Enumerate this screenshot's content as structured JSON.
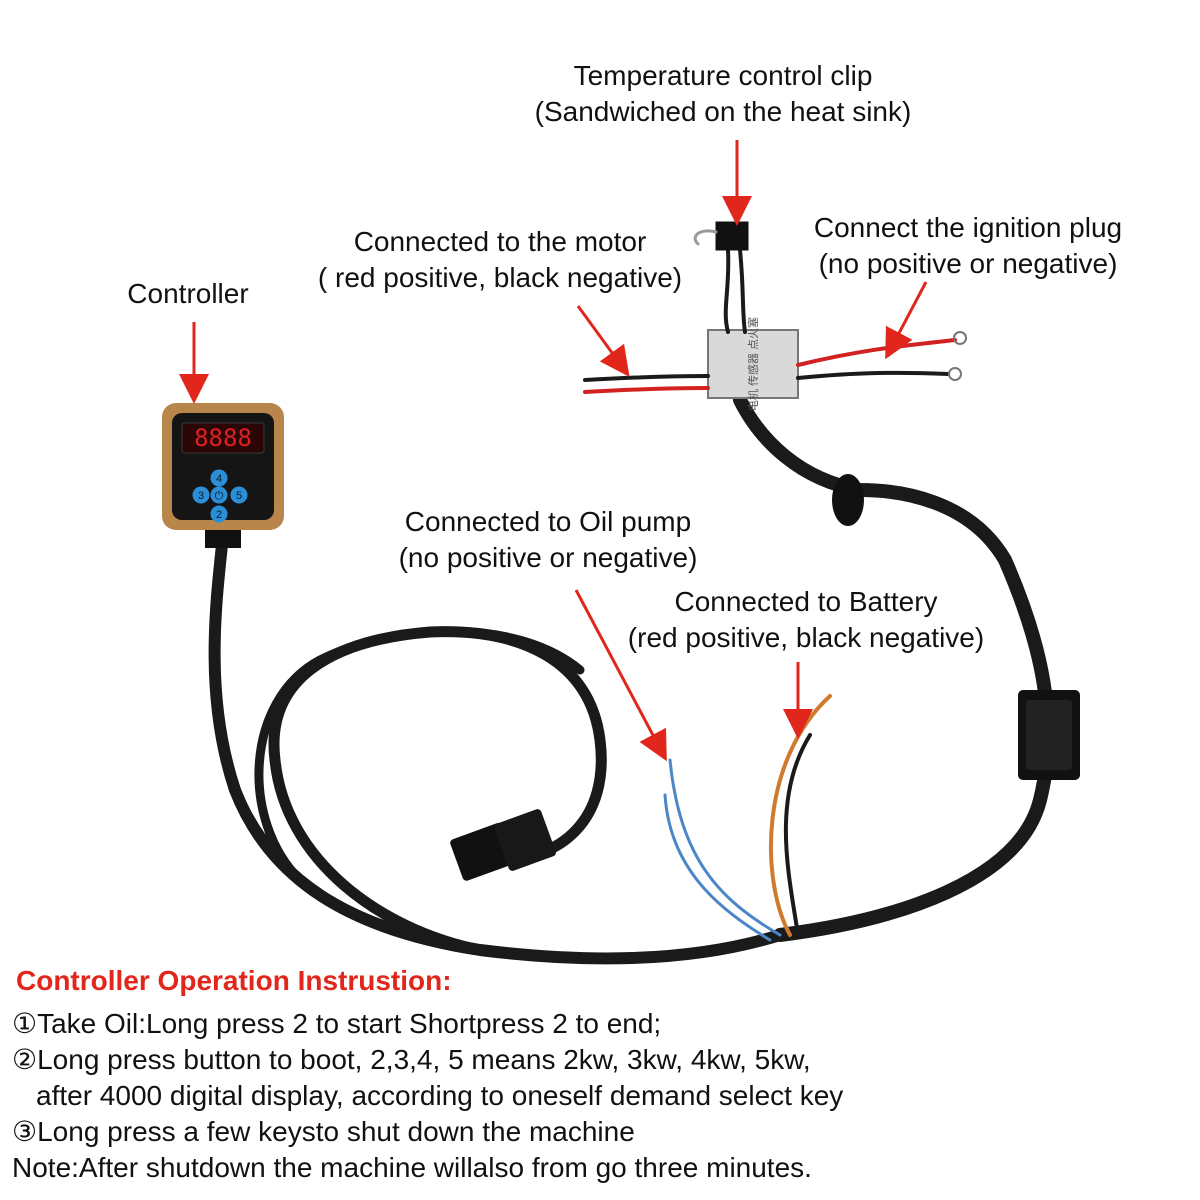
{
  "labels": {
    "controller": "Controller",
    "temp_clip": {
      "line1": "Temperature control clip",
      "line2": "(Sandwiched on the heat sink)"
    },
    "motor": {
      "line1": "Connected to the motor",
      "line2": "( red positive, black negative)"
    },
    "ignition": {
      "line1": "Connect the ignition plug",
      "line2": "(no positive or negative)"
    },
    "oil_pump": {
      "line1": "Connected to Oil pump",
      "line2": "(no positive or negative)"
    },
    "battery": {
      "line1": "Connected to Battery",
      "line2": "(red positive, black negative)"
    }
  },
  "controller_display": "8888",
  "controller_buttons": [
    "4",
    "3",
    "⏻",
    "5",
    "2"
  ],
  "module_text": "电机 传感器   点火塞",
  "instructions": {
    "title": "Controller Operation Instrustion:",
    "lines": [
      "①Take Oil:Long press 2 to start Shortpress 2 to end;",
      "②Long press button to boot, 2,3,4, 5 means 2kw, 3kw, 4kw, 5kw,",
      "after 4000 digital display, according to oneself demand select key",
      "③Long press a few keysto shut down the machine",
      "Note:After shutdown the machine willalso from go three minutes."
    ]
  },
  "colors": {
    "arrow": "#e1261c",
    "title": "#e1261c",
    "cable": "#1a1a1a",
    "controller_frame": "#b8864b",
    "display": "#e02020",
    "button": "#2a8fd6"
  }
}
